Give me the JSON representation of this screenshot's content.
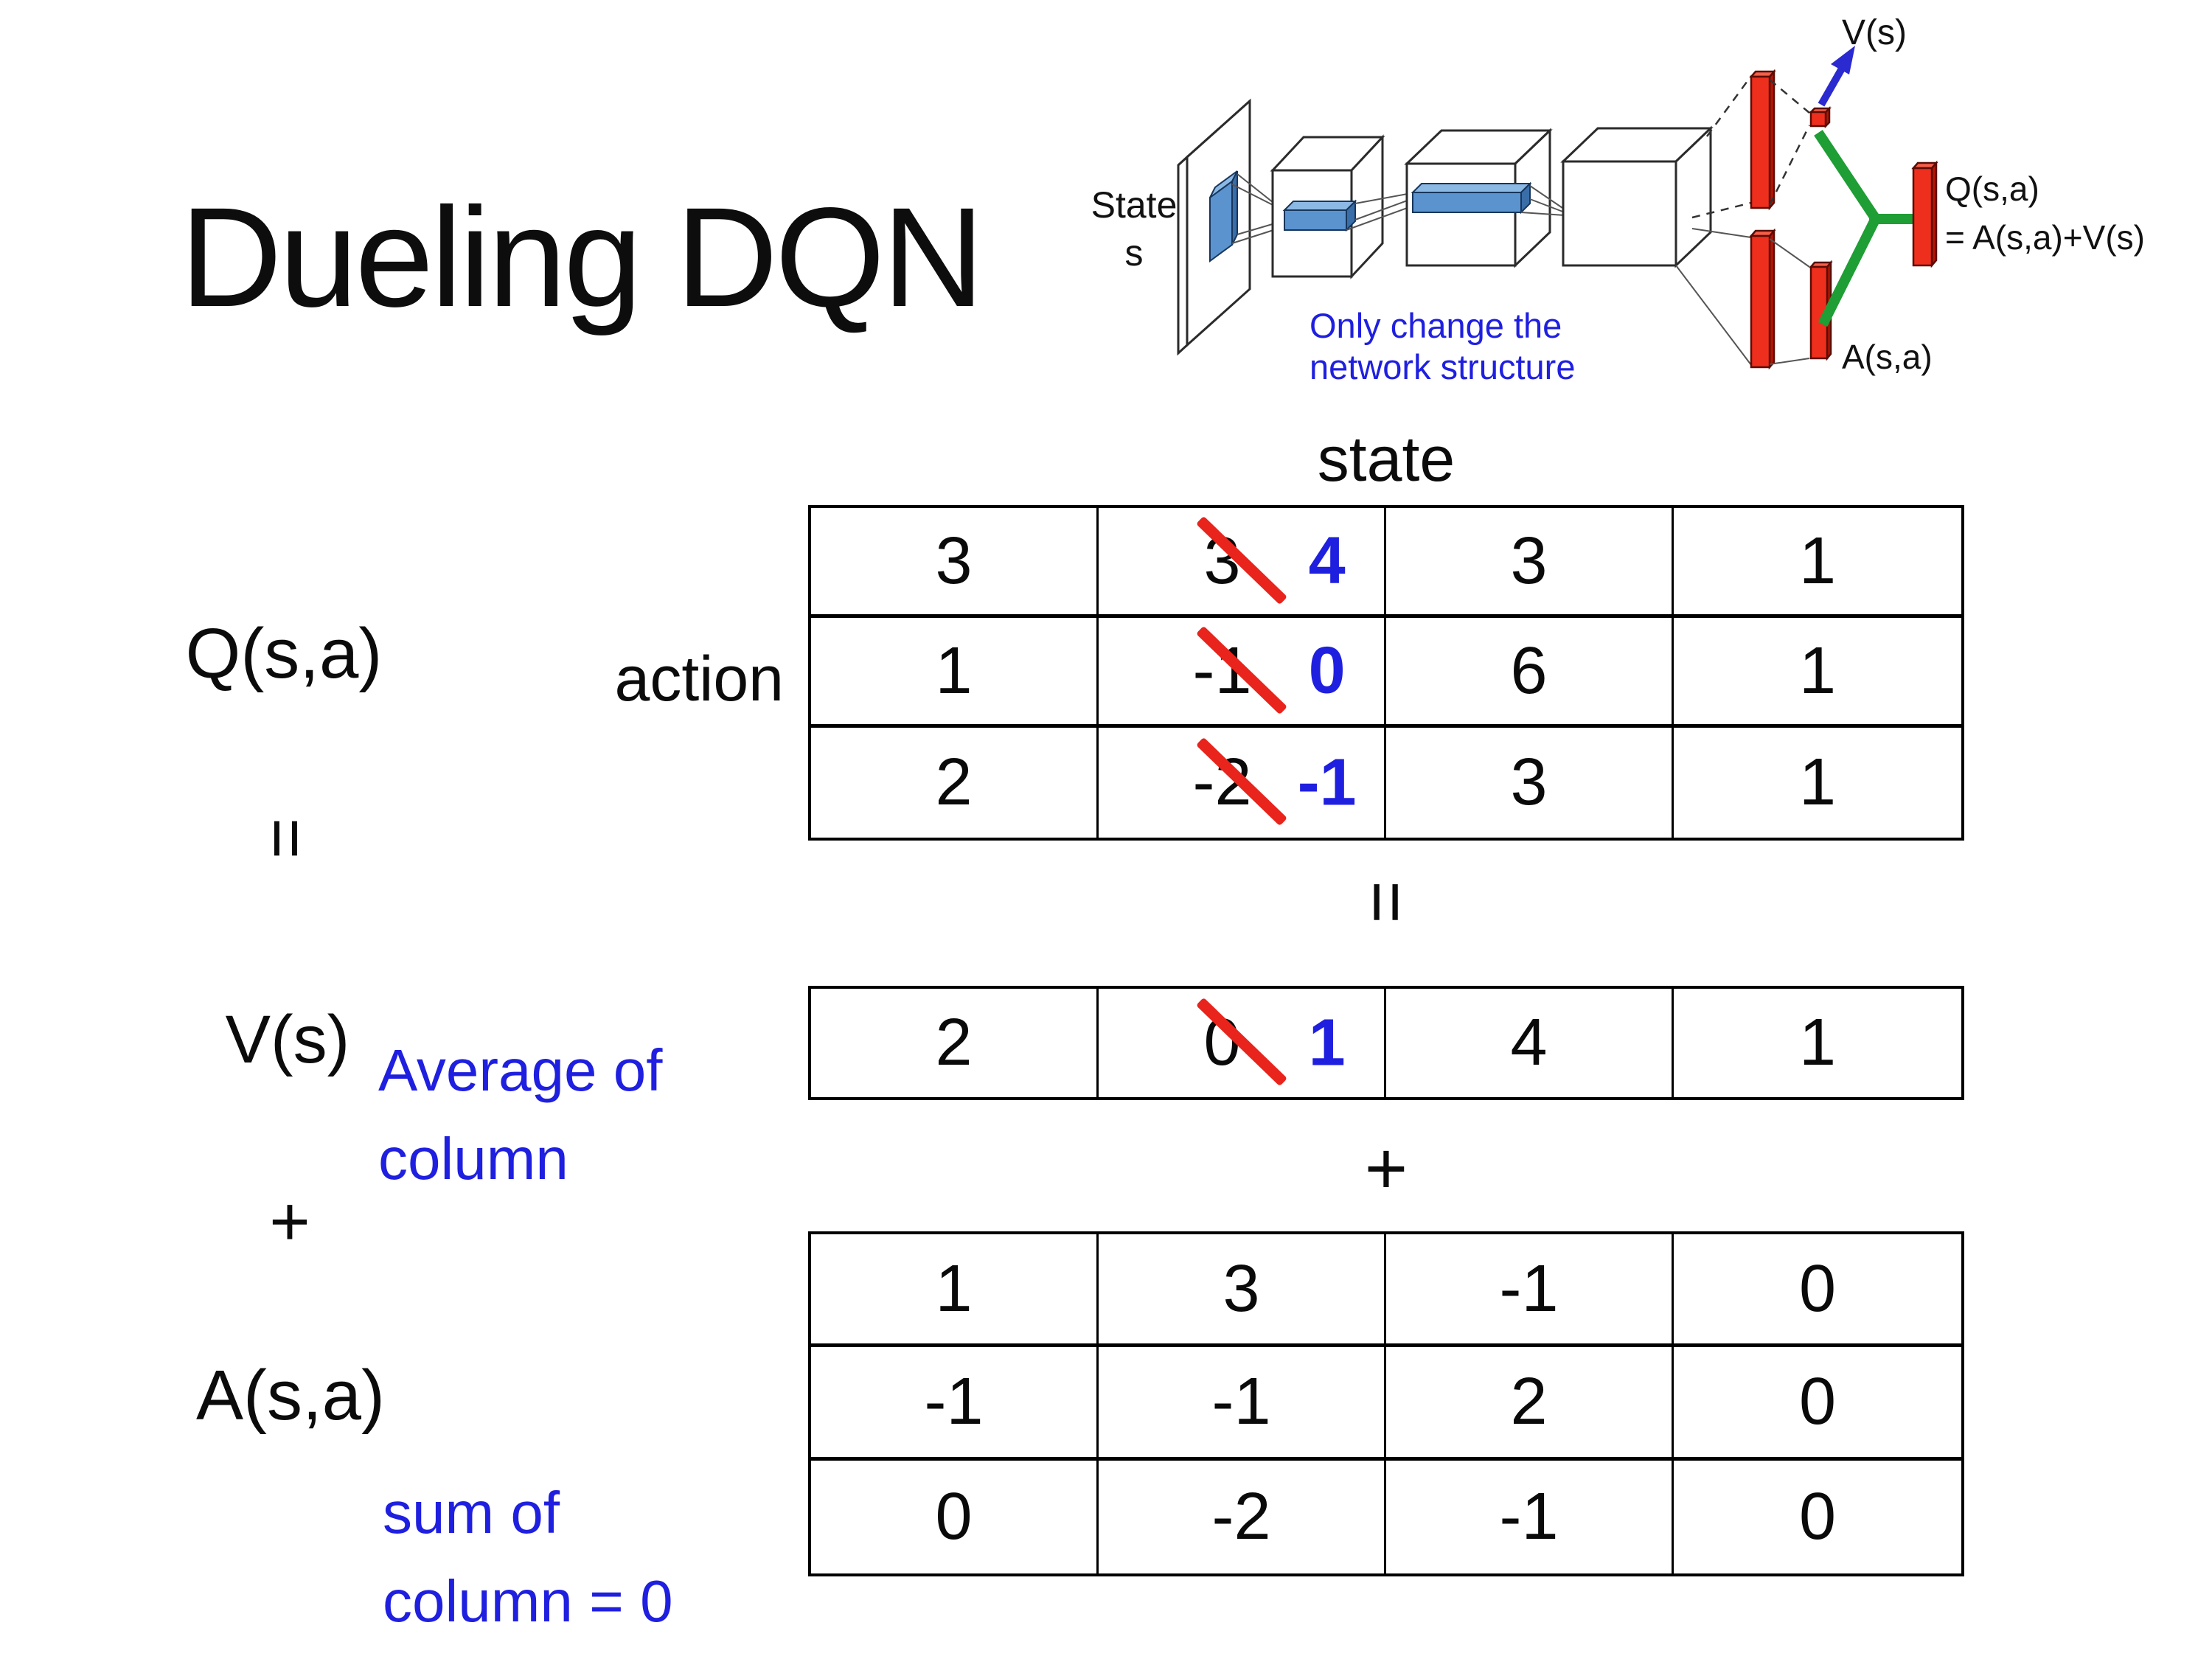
{
  "title": "Dueling DQN",
  "diagram": {
    "state_line1": "State",
    "state_line2": "s",
    "note1": "Only change the",
    "note2": "network structure",
    "v_out": "V(s)",
    "q_out": "Q(s,a)",
    "q_formula": "= A(s,a)+V(s)",
    "a_out": "A(s,a)"
  },
  "labels": {
    "q": "Q(s,a)",
    "equals": "=",
    "v": "V(s)",
    "plus": "+",
    "a": "A(s,a)",
    "avg1": "Average of",
    "avg2": "column",
    "sum1": "sum of",
    "sum2": "column = 0",
    "state": "state",
    "action": "action",
    "mid_equals": "=",
    "mid_plus": "+"
  },
  "q_table": {
    "r0c0": "3",
    "r0c1_old": "3",
    "r0c1_new": "4",
    "r0c2": "3",
    "r0c3": "1",
    "r1c0": "1",
    "r1c1_old": "-1",
    "r1c1_new": "0",
    "r1c2": "6",
    "r1c3": "1",
    "r2c0": "2",
    "r2c1_old": "-2",
    "r2c1_new": "-1",
    "r2c2": "3",
    "r2c3": "1"
  },
  "v_table": {
    "c0": "2",
    "c1_old": "0",
    "c1_new": "1",
    "c2": "4",
    "c3": "1"
  },
  "a_table": {
    "r0c0": "1",
    "r0c1": "3",
    "r0c2": "-1",
    "r0c3": "0",
    "r1c0": "-1",
    "r1c1": "-1",
    "r1c2": "2",
    "r1c3": "0",
    "r2c0": "0",
    "r2c1": "-2",
    "r2c2": "-1",
    "r2c3": "0"
  },
  "colors": {
    "annotation_blue": "#1f1fe0",
    "strike_red": "#e8241c",
    "bar_red": "#ee2f1d",
    "bar_red_light": "#f4604a",
    "bar_red_dark": "#b51505",
    "green": "#1e9e34",
    "arrow_blue": "#2a2ad0",
    "box_blue": "#5b93cf",
    "box_blue_light": "#8cb8e4",
    "box_blue_dark": "#3a6ea8"
  }
}
